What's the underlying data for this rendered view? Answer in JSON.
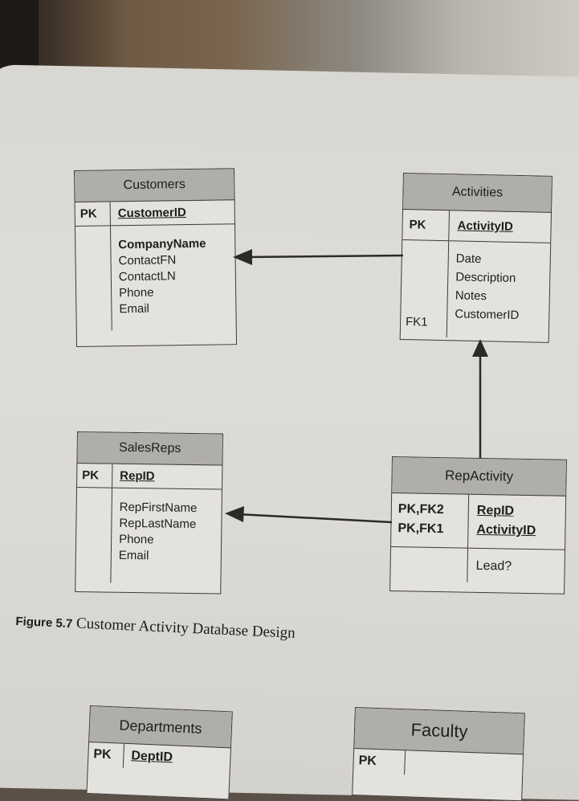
{
  "tables": {
    "customers": {
      "title": "Customers",
      "pk_label": "PK",
      "pk_field": "CustomerID",
      "fields": [
        "CompanyName",
        "ContactFN",
        "ContactLN",
        "Phone",
        "Email"
      ]
    },
    "activities": {
      "title": "Activities",
      "pk_label": "PK",
      "pk_field": "ActivityID",
      "fk_label": "FK1",
      "fields": [
        "Date",
        "Description",
        "Notes",
        "CustomerID"
      ]
    },
    "salesreps": {
      "title": "SalesReps",
      "pk_label": "PK",
      "pk_field": "RepID",
      "fields": [
        "RepFirstName",
        "RepLastName",
        "Phone",
        "Email"
      ]
    },
    "repactivity": {
      "title": "RepActivity",
      "key_labels": [
        "PK,FK2",
        "PK,FK1"
      ],
      "key_fields": [
        "RepID",
        "ActivityID"
      ],
      "fields": [
        "Lead?"
      ]
    },
    "departments": {
      "title": "Departments",
      "pk_label": "PK",
      "pk_field": "DeptID"
    },
    "faculty": {
      "title": "Faculty",
      "pk_label": "PK"
    }
  },
  "caption": {
    "figure": "Figure 5.7",
    "text": "Customer Activity Database Design"
  }
}
